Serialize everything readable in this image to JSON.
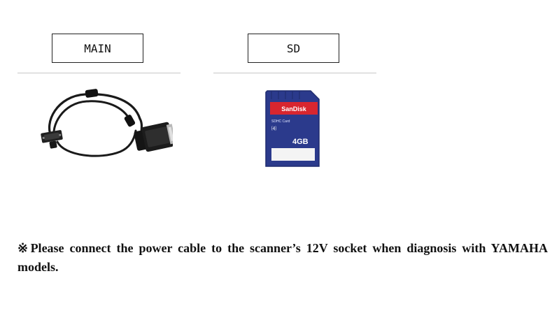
{
  "labels": {
    "main": "MAIN",
    "sd": "SD"
  },
  "sd_card": {
    "brand": "SanDisk",
    "type": "SDHC Card",
    "capacity": "4GB"
  },
  "note": "※Please connect the power cable to the scanner’s 12V socket when diagnosis with YAMAHA models.",
  "colors": {
    "sd_body": "#2b3a8c",
    "sd_label_red": "#d8262f"
  }
}
